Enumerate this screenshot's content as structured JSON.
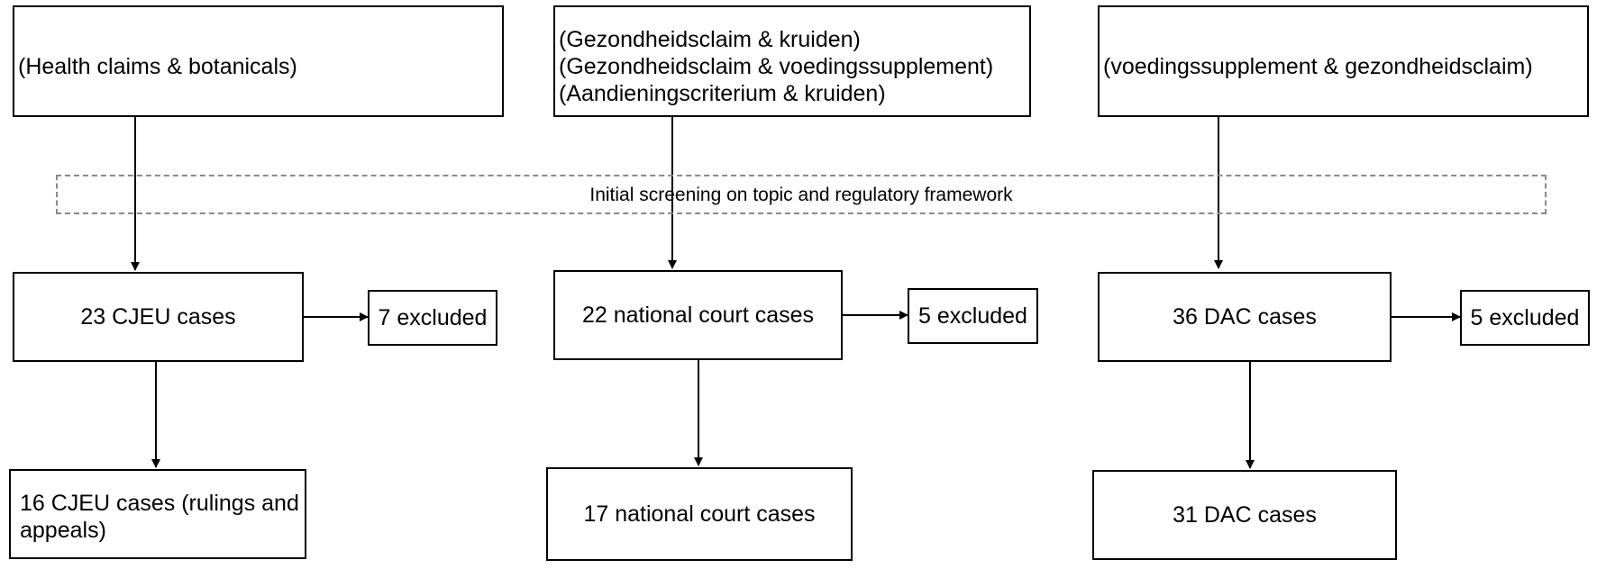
{
  "sources": {
    "left": [
      "(Health claims & botanicals)"
    ],
    "middle": [
      "(Gezondheidsclaim & kruiden)",
      "(Gezondheidsclaim & voedingssupplement)",
      "(Aandieningscriterium & kruiden)"
    ],
    "right": [
      "(voedingssupplement & gezondheidsclaim)"
    ]
  },
  "screening": "Initial screening on topic and regulatory framework",
  "identified": {
    "left": "23 CJEU cases",
    "middle": "22 national court cases",
    "right": "36 DAC cases"
  },
  "excluded": {
    "left": "7 excluded",
    "middle": "5 excluded",
    "right": "5 excluded"
  },
  "included": {
    "left_line1": "16 CJEU cases (rulings and",
    "left_line2": "appeals)",
    "middle": "17 national court cases",
    "right": "31 DAC cases"
  }
}
